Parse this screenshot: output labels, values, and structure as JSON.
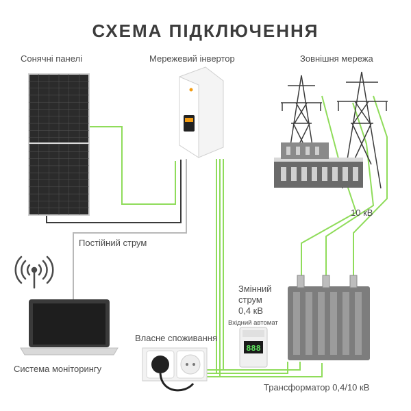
{
  "title": "СХЕМА ПІДКЛЮЧЕННЯ",
  "labels": {
    "solar_panels": "Сонячні панелі",
    "inverter": "Мережевий інвертор",
    "grid": "Зовнішня мережа",
    "dc_current": "Постійний струм",
    "hv": "10  кВ",
    "ac_line1": "Змінний",
    "ac_line2": "струм",
    "ac_line3": "0,4 кВ",
    "breaker": "Вхідний автомат",
    "own_consumption": "Власне споживання",
    "monitoring": "Система моніторингу",
    "transformer": "Трансформатор  0,4/10 кВ"
  },
  "breaker_display": "888",
  "colors": {
    "wire_green": "#8fdc5a",
    "wire_dark": "#3a3a3a",
    "wire_gray": "#b8b8b8",
    "inverter_accent": "#f39c12"
  }
}
